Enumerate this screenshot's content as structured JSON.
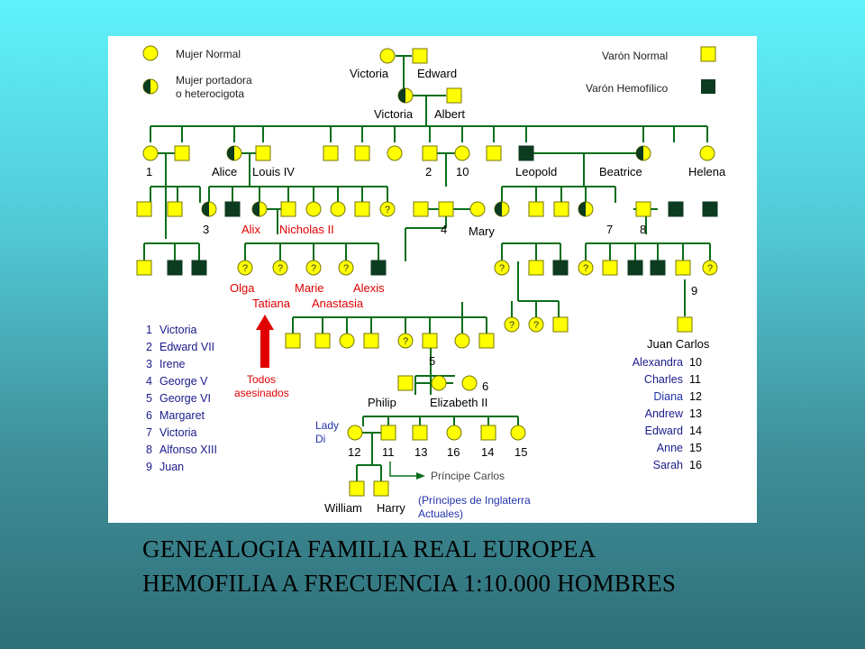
{
  "legend": {
    "normal_female": "Mujer Normal",
    "carrier_female_line1": "Mujer portadora",
    "carrier_female_line2": "o heterocigota",
    "normal_male": "Varón Normal",
    "hemophilic_male": "Varón Hemofílico"
  },
  "names": {
    "victoria": "Victoria",
    "edward": "Edward",
    "victoria2": "Victoria",
    "albert": "Albert",
    "alice": "Alice",
    "louis": "Louis IV",
    "leopold": "Leopold",
    "beatrice": "Beatrice",
    "helena": "Helena",
    "n1": "1",
    "n2": "2",
    "n10": "10",
    "n3": "3",
    "n4": "4",
    "n7": "7",
    "n8": "8",
    "n9": "9",
    "mary": "Mary",
    "alix": "Alix",
    "nicholas": "Nicholas II",
    "olga": "Olga",
    "marie": "Marie",
    "alexis": "Alexis",
    "tatiana": "Tatiana",
    "anastasia": "Anastasia",
    "n5": "5",
    "n6": "6",
    "philip": "Philip",
    "elizabeth": "Elizabeth II",
    "lady_di_1": "Lady",
    "lady_di_2": "Di",
    "b12": "12",
    "b11": "11",
    "b13": "13",
    "b16": "16",
    "b14": "14",
    "b15": "15",
    "william": "William",
    "harry": "Harry",
    "principe_carlos": "Príncipe Carlos",
    "principes_1": "(Príncipes de Inglaterra",
    "principes_2": "Actuales)",
    "juan_carlos": "Juan Carlos"
  },
  "annotation": {
    "todos_1": "Todos",
    "todos_2": "asesinados"
  },
  "key_left": [
    {
      "num": "1",
      "name": "Victoria"
    },
    {
      "num": "2",
      "name": "Edward VII"
    },
    {
      "num": "3",
      "name": "Irene"
    },
    {
      "num": "4",
      "name": "George V"
    },
    {
      "num": "5",
      "name": "George VI"
    },
    {
      "num": "6",
      "name": "Margaret"
    },
    {
      "num": "7",
      "name": "Victoria"
    },
    {
      "num": "8",
      "name": "Alfonso XIII"
    },
    {
      "num": "9",
      "name": "Juan"
    }
  ],
  "key_right": [
    {
      "name": "Alexandra",
      "num": "10"
    },
    {
      "name": "Charles",
      "num": "11"
    },
    {
      "name": "Diana",
      "num": "12"
    },
    {
      "name": "Andrew",
      "num": "13"
    },
    {
      "name": "Edward",
      "num": "14"
    },
    {
      "name": "Anne",
      "num": "15"
    },
    {
      "name": "Sarah",
      "num": "16"
    }
  ],
  "caption": {
    "line1": "GENEALOGIA FAMILIA REAL EUROPEA",
    "line2": "HEMOFILIA A  FRECUENCIA 1:10.000 HOMBRES"
  },
  "colors": {
    "normal_fill": "#ffff00",
    "affected_fill": "#0d3b1f",
    "line": "#0a6e1a",
    "red_text": "#e00000",
    "blue_text": "#2233aa"
  }
}
